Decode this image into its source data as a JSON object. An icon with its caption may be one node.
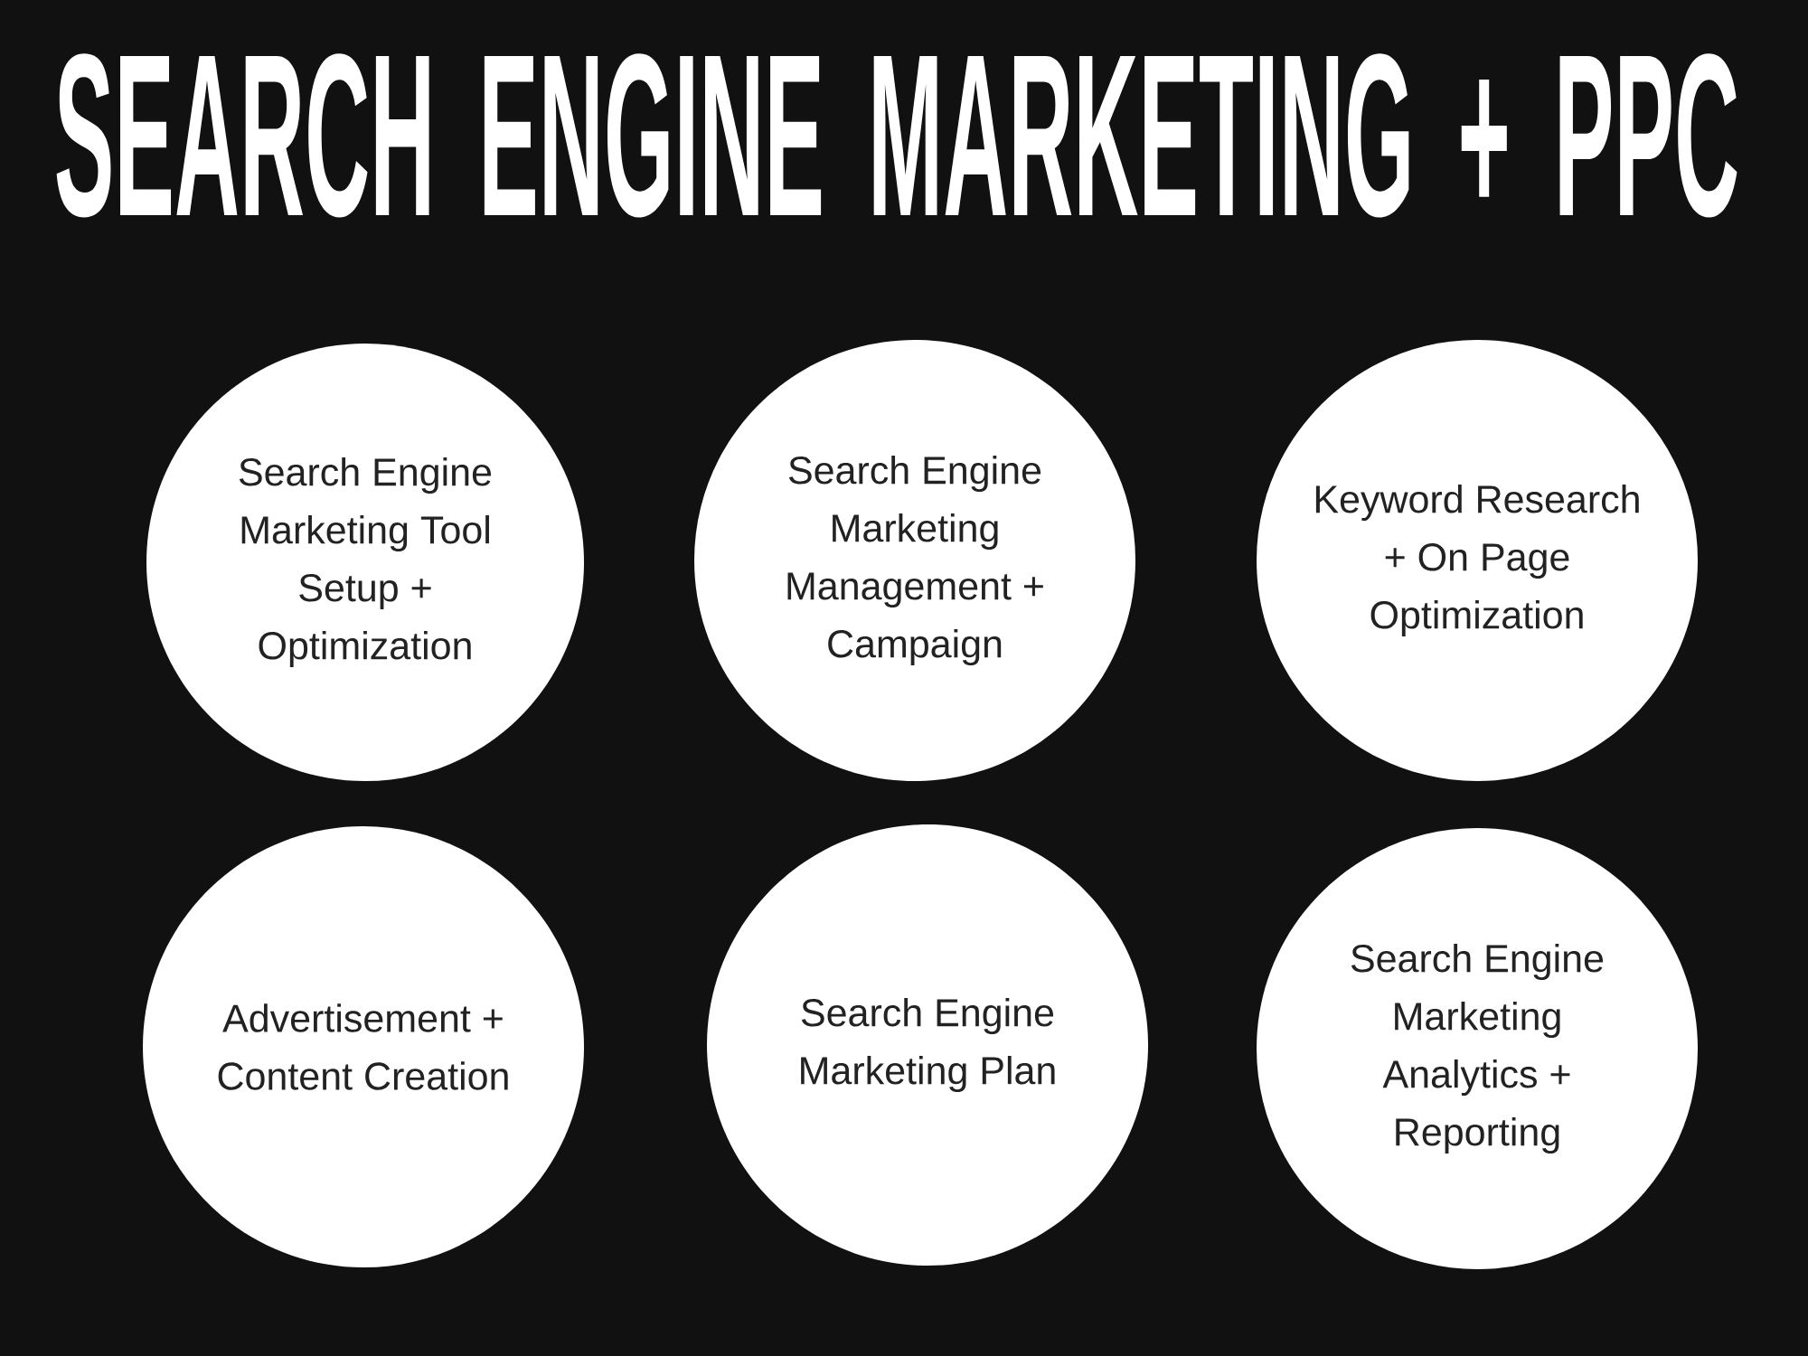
{
  "diagram": {
    "title": "SEARCH ENGINE MARKETING + PPC",
    "nodes": [
      {
        "text": [
          "Search Engine Marketing Tool Setup + Optimization"
        ]
      },
      {
        "text": [
          "Search Engine Marketing Management + Campaign"
        ]
      },
      {
        "text": [
          "Keyword Research + On Page Optimization"
        ]
      },
      {
        "text": [
          "Advertisement + Content Creation"
        ]
      },
      {
        "text": [
          "Search Engine Marketing Plan"
        ]
      },
      {
        "text": [
          "Search Engine Marketing Analytics + Reporting"
        ]
      }
    ]
  }
}
